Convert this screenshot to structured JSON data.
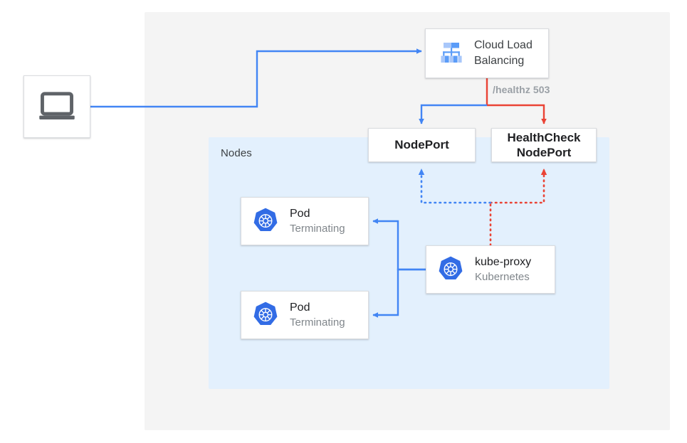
{
  "diagram": {
    "title": "Kubernetes NodePort health check failover diagram",
    "regions": {
      "outer": {
        "name": "cloud-region",
        "label": ""
      },
      "nodes": {
        "name": "nodes-region",
        "label": "Nodes"
      }
    },
    "colors": {
      "blue_line": "#4285f4",
      "red_line": "#ea4335",
      "nodes_background": "#e3f0fd",
      "outer_background": "#f4f4f4",
      "card_border": "#dadce0",
      "k8s_blue": "#326ce5",
      "label_gray": "#9aa0a6",
      "title_text": "#202124",
      "sub_text": "#80868b"
    },
    "nodes": [
      {
        "id": "client",
        "name": "client-laptop",
        "icon": "laptop-icon",
        "title": "",
        "subtitle": ""
      },
      {
        "id": "clb",
        "name": "cloud-load-balancing",
        "icon": "load-balancer-icon",
        "title": "Cloud Load Balancing",
        "subtitle": ""
      },
      {
        "id": "nodeport",
        "name": "nodeport",
        "icon": "",
        "title": "NodePort",
        "subtitle": ""
      },
      {
        "id": "healthcheck",
        "name": "healthcheck-nodeport",
        "icon": "",
        "title": "HealthCheck NodePort",
        "title_line1": "HealthCheck",
        "title_line2": "NodePort",
        "subtitle": ""
      },
      {
        "id": "pod1",
        "name": "pod-terminating-1",
        "icon": "kubernetes-icon",
        "title": "Pod",
        "subtitle": "Terminating"
      },
      {
        "id": "pod2",
        "name": "pod-terminating-2",
        "icon": "kubernetes-icon",
        "title": "Pod",
        "subtitle": "Terminating"
      },
      {
        "id": "kubeproxy",
        "name": "kube-proxy",
        "icon": "kubernetes-icon",
        "title": "kube-proxy",
        "subtitle": "Kubernetes"
      }
    ],
    "edges": [
      {
        "name": "client-to-clb",
        "from": "client",
        "to": "clb",
        "color": "#4285f4",
        "style": "solid"
      },
      {
        "name": "clb-to-nodeport",
        "from": "clb",
        "to": "nodeport",
        "color": "#4285f4",
        "style": "solid"
      },
      {
        "name": "clb-to-healthcheck",
        "from": "clb",
        "to": "healthcheck",
        "color": "#ea4335",
        "style": "solid",
        "label": "/healthz 503"
      },
      {
        "name": "kubeproxy-to-nodeport",
        "from": "kubeproxy",
        "to": "nodeport",
        "color": "#4285f4",
        "style": "dotted"
      },
      {
        "name": "kubeproxy-to-healthcheck",
        "from": "kubeproxy",
        "to": "healthcheck",
        "color": "#ea4335",
        "style": "dotted"
      },
      {
        "name": "kubeproxy-to-pod1",
        "from": "kubeproxy",
        "to": "pod1",
        "color": "#4285f4",
        "style": "solid"
      },
      {
        "name": "kubeproxy-to-pod2",
        "from": "kubeproxy",
        "to": "pod2",
        "color": "#4285f4",
        "style": "solid"
      }
    ],
    "labels": {
      "healthz": "/healthz 503"
    }
  }
}
